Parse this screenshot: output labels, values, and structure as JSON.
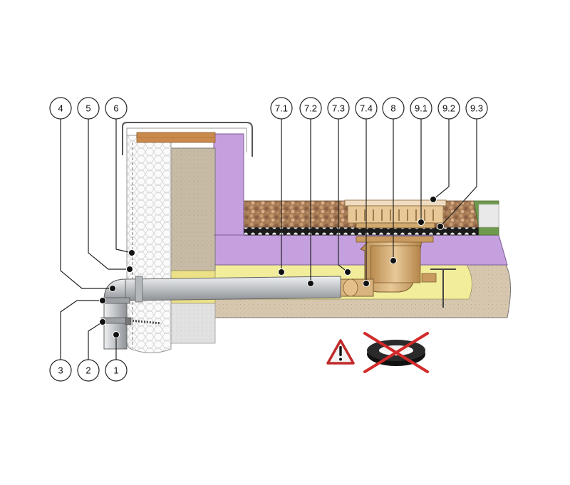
{
  "callouts": {
    "c4": "4",
    "c5": "5",
    "c6": "6",
    "c7_1": "7.1",
    "c7_2": "7.2",
    "c7_3": "7.3",
    "c7_4": "7.4",
    "c8": "8",
    "c9_1": "9.1",
    "c9_2": "9.2",
    "c9_3": "9.3",
    "c3": "3",
    "c2": "2",
    "c1": "1"
  },
  "colors": {
    "insulation": "#c9a3e0",
    "gravel": "#b58a62",
    "concrete": "#d8c9b2",
    "pipe": "#b9bcbf",
    "drain_body": "#d9b47e",
    "foam": "#f4f0a0",
    "warning_red": "#d22a2a",
    "dimple_membrane": "#2a2a2a",
    "grass": "#6f9a4d"
  },
  "icons": {
    "warning": "warning-triangle-icon",
    "prohibited": "crossed-out-seal-ring-icon"
  }
}
